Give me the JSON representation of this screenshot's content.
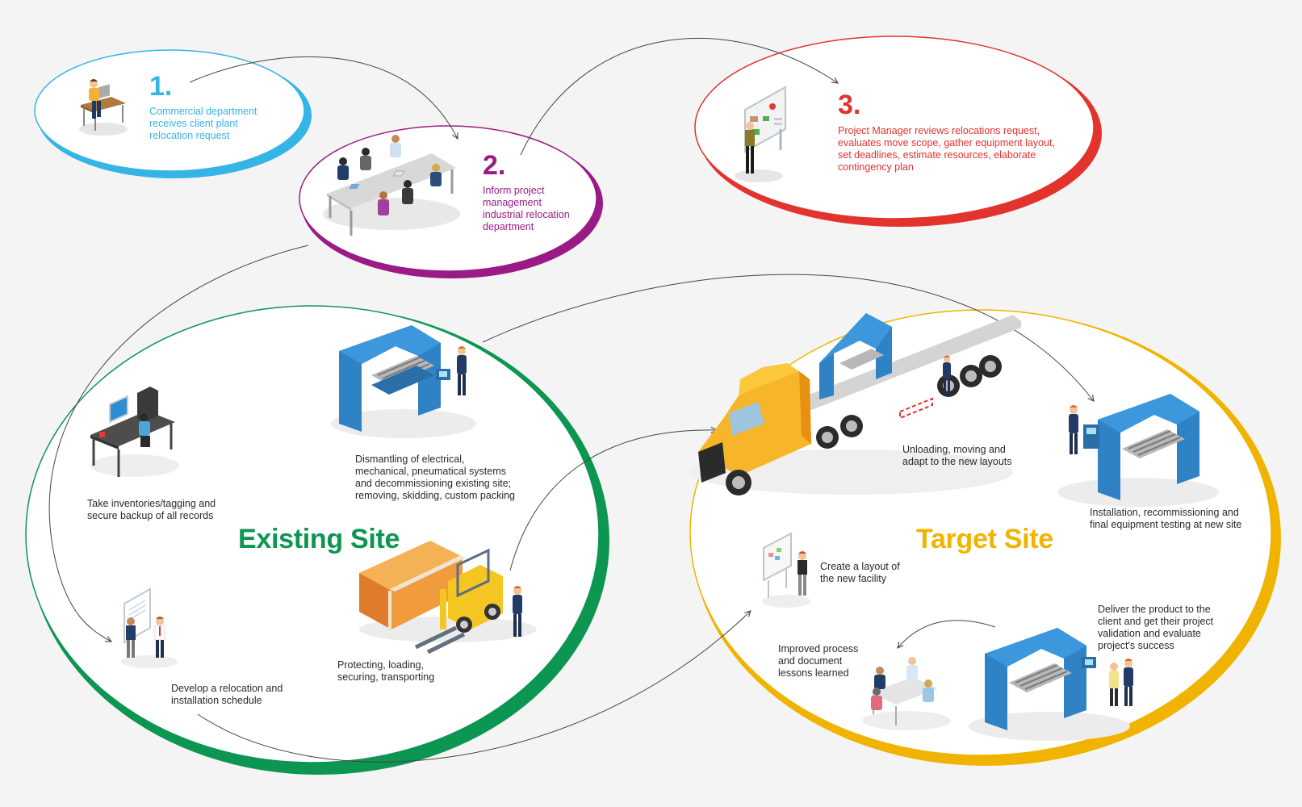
{
  "colors": {
    "background": "#f4f4f4",
    "step1": "#35b4e6",
    "step2": "#9b1b86",
    "step3": "#e2332c",
    "existing_site": "#0d9552",
    "target_site": "#f0b400",
    "machine_blue": "#2f82c4",
    "truck_yellow": "#f7b52a",
    "box_orange": "#ee9a3c",
    "connector": "#444444"
  },
  "steps": [
    {
      "number": "1.",
      "text": "Commercial department\nreceives client plant\nrelocation request",
      "icon": "person-at-desk-icon"
    },
    {
      "number": "2.",
      "text": "Inform project\nmanagement\nindustrial relocation\ndepartment",
      "icon": "meeting-table-icon"
    },
    {
      "number": "3.",
      "text": "Project Manager reviews relocations request,\nevaluates move scope, gather equipment layout,\nset deadlines, estimate resources, elaborate\ncontingency plan",
      "icon": "presentation-board-icon"
    }
  ],
  "existing_site": {
    "title": "Existing Site",
    "items": [
      {
        "text": "Take inventories/tagging and\nsecure backup of all records",
        "icon": "computer-workstation-icon"
      },
      {
        "text": "Dismantling of electrical,\nmechanical, pneumatical systems\nand decommissioning existing site;\nremoving, skidding, custom packing",
        "icon": "industrial-machine-icon"
      },
      {
        "text": "Develop a relocation and\ninstallation schedule",
        "icon": "planning-board-icon"
      },
      {
        "text": "Protecting, loading,\nsecuring, transporting",
        "icon": "forklift-icon"
      }
    ]
  },
  "target_site": {
    "title": "Target Site",
    "items": [
      {
        "text": "Unloading, moving and\nadapt to the new layouts",
        "icon": "flatbed-truck-icon"
      },
      {
        "text": "Installation, recommissioning and\nfinal equipment testing at new site",
        "icon": "industrial-machine-icon"
      },
      {
        "text": "Create a layout of\nthe new facility",
        "icon": "layout-board-icon"
      },
      {
        "text": "Deliver the product to the\nclient and get their project\nvalidation and evaluate\nproject's success",
        "icon": "handover-machine-icon"
      },
      {
        "text": "Improved process\nand document\nlessons learned",
        "icon": "team-meeting-icon"
      }
    ]
  }
}
